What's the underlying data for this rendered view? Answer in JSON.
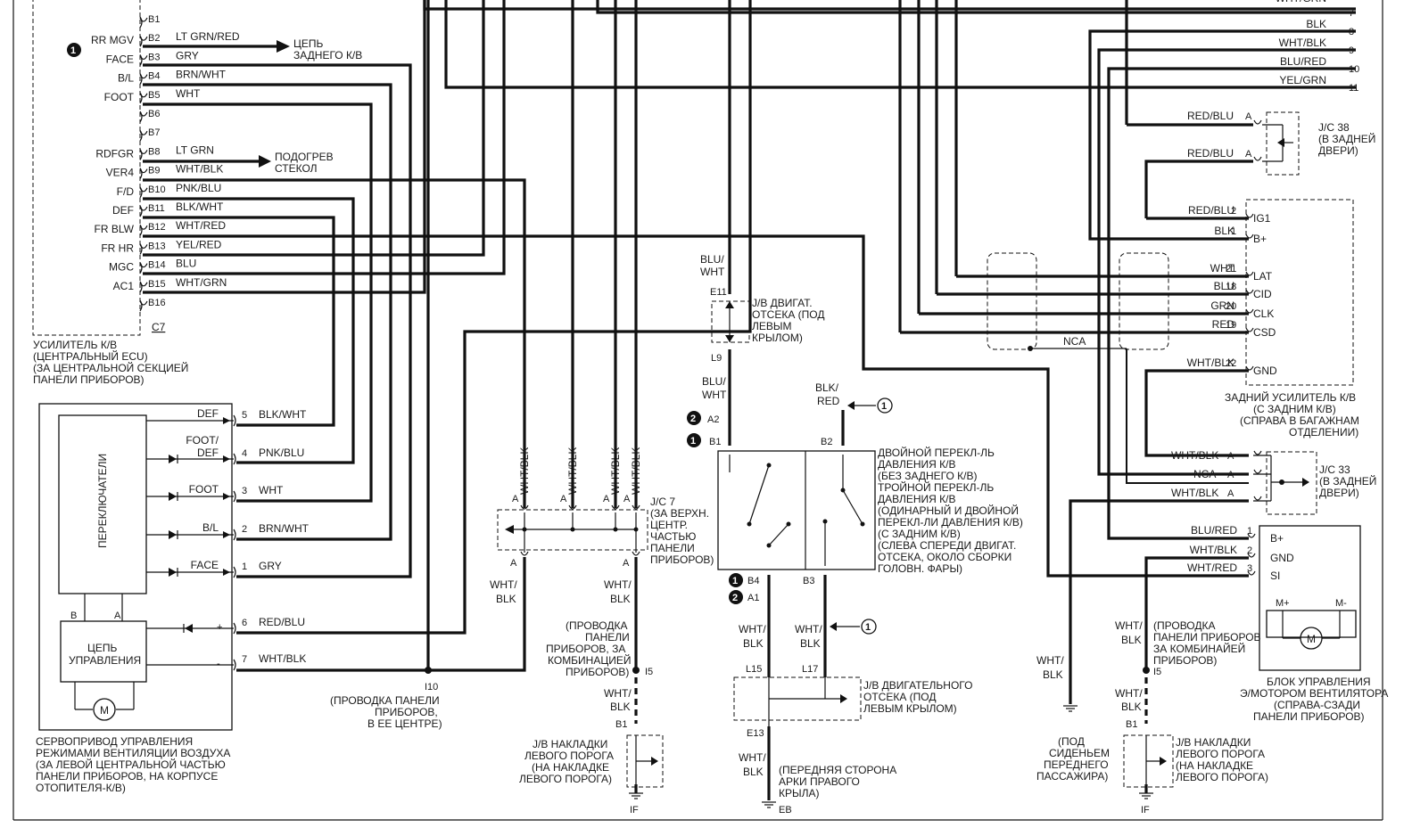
{
  "ecu": {
    "pins": [
      "B1",
      "B2",
      "B3",
      "B4",
      "B5",
      "B6",
      "B7",
      "B8",
      "B9",
      "B10",
      "B11",
      "B12",
      "B13",
      "B14",
      "B15",
      "B16"
    ],
    "conn": "C7",
    "labels": {
      "B2": "RR MGV",
      "B3": "FACE",
      "B4": "B/L",
      "B5": "FOOT",
      "B8": "RDFGR",
      "B9": "VER4",
      "B10": "F/D",
      "B11": "DEF",
      "B12": "FR BLW",
      "B13": "FR HR",
      "B14": "MGC",
      "B15": "AC1"
    },
    "wires": {
      "B2": "LT GRN/RED",
      "B3": "GRY",
      "B4": "BRN/WHT",
      "B5": "WHT",
      "B8": "LT GRN",
      "B9": "WHT/BLK",
      "B10": "PNK/BLU",
      "B11": "BLK/WHT",
      "B12": "WHT/RED",
      "B13": "YEL/RED",
      "B14": "BLU",
      "B15": "WHT/GRN"
    },
    "rear_circuit": [
      "ЦЕПЬ",
      "ЗАДНЕГО К/В"
    ],
    "defogger": [
      "ПОДОГРЕВ",
      "СТЕКОЛ"
    ],
    "caption": [
      "УСИЛИТЕЛЬ К/В",
      "(ЦЕНТРАЛЬНЫЙ ECU)",
      "(ЗА ЦЕНТРАЛЬНОЙ СЕКЦИЕЙ",
      "ПАНЕЛИ ПРИБОРОВ)"
    ]
  },
  "servo": {
    "switches_label": "ПЕРЕКЛЮЧАТЕЛИ",
    "control_label": [
      "ЦЕПЬ",
      "УПРАВЛЕНИЯ"
    ],
    "b": "B",
    "a": "A",
    "plus": "+",
    "minus": "-",
    "motor": "M",
    "pins": [
      {
        "label": "DEF",
        "num": "5",
        "wire": "BLK/WHT"
      },
      {
        "label": "FOOT/ DEF",
        "num": "4",
        "wire": "PNK/BLU"
      },
      {
        "label": "FOOT",
        "num": "3",
        "wire": "WHT"
      },
      {
        "label": "B/L",
        "num": "2",
        "wire": "BRN/WHT"
      },
      {
        "label": "FACE",
        "num": "1",
        "wire": "GRY"
      },
      {
        "label": "",
        "num": "6",
        "wire": "RED/BLU"
      },
      {
        "label": "",
        "num": "7",
        "wire": "WHT/BLK"
      }
    ],
    "caption": [
      "СЕРВОПРИВОД УПРАВЛЕНИЯ",
      "РЕЖИМАМИ ВЕНТИЛЯЦИИ ВОЗДУХА",
      "(ЗА ЛЕВОЙ ЦЕНТРАЛЬНОЙ ЧАСТЬЮ",
      "ПАНЕЛИ ПРИБОРОВ, НА КОРПУСЕ",
      "ОТОПИТЕЛЯ-К/В)"
    ]
  },
  "i10": {
    "id": "I10",
    "caption": [
      "(ПРОВОДКА ПАНЕЛИ",
      "ПРИБОРОВ,",
      "В ЕЕ ЦЕНТРЕ)"
    ]
  },
  "jc7": {
    "wire": "WHT/BLK",
    "pin": "A",
    "label": [
      "J/C 7",
      "(ЗА ВЕРХН.",
      "ЦЕНТР.",
      "ЧАСТЬЮ",
      "ПАНЕЛИ",
      "ПРИБОРОВ)"
    ],
    "out_wire": [
      "WHT/",
      "BLK"
    ],
    "i5": "I5",
    "wht_blk": [
      "WHT/",
      "BLK"
    ],
    "harness": [
      "(ПРОВОДКА",
      "ПАНЕЛИ",
      "ПРИБОРОВ, ЗА",
      "КОМБИНАЦИЕЙ",
      "ПРИБОРОВ)"
    ],
    "b1": "B1",
    "sill": [
      "J/B НАКЛАДКИ",
      "ЛЕВОГО ПОРОГА",
      "(НА НАКЛАДКЕ",
      "ЛЕВОГО ПОРОГА)"
    ],
    "ground": "IF"
  },
  "center": {
    "blu_wht_top": [
      "BLU/",
      "WHT"
    ],
    "e11": "E11",
    "l9": "L9",
    "jb_engine": [
      "J/B ДВИГАТ.",
      "ОТСЕКА (ПОД",
      "ЛЕВЫМ",
      "КРЫЛОМ)"
    ],
    "blu_wht_mid": [
      "BLU/",
      "WHT"
    ],
    "a2": "A2",
    "b1": "B1",
    "b2": "B2",
    "blk_red": [
      "BLK/",
      "RED"
    ],
    "switch_desc": [
      "ДВОЙНОЙ ПЕРЕКЛ-ЛЬ",
      "ДАВЛЕНИЯ К/В",
      "(БЕЗ ЗАДНЕГО К/В)",
      "ТРОЙНОЙ ПЕРЕКЛ-ЛЬ",
      "ДАВЛЕНИЯ К/В",
      "(ОДИНАРНЫЙ И ДВОЙНОЙ",
      "ПЕРЕКЛ-ЛИ ДАВЛЕНИЯ К/В)",
      "(С ЗАДНИМ К/В)",
      "(СЛЕВА СПЕРЕДИ ДВИГАТ.",
      "ОТСЕКА, ОКОЛО СБОРКИ",
      "ГОЛОВН. ФАРЫ)"
    ],
    "b4": "B4",
    "a1": "A1",
    "b3": "B3",
    "wht_blk_l": [
      "WHT/",
      "BLK"
    ],
    "wht_blk_r": [
      "WHT/",
      "BLK"
    ],
    "l15": "L15",
    "l17": "L17",
    "e13": "E13",
    "jb_engine2": [
      "J/B ДВИГАТЕЛЬНОГО",
      "ОТСЕКА (ПОД",
      "ЛЕВЫМ КРЫЛОМ)"
    ],
    "wht_blk_bottom": [
      "WHT/",
      "BLK"
    ],
    "front_arch": [
      "(ПЕРЕДНЯЯ СТОРОНА",
      "АРКИ ПРАВОГО",
      "КРЫЛА)"
    ],
    "ground": "EB"
  },
  "right": {
    "top_wires": [
      {
        "wire": "WHT/GRN",
        "num": ""
      },
      {
        "wire": "",
        "num": "7"
      },
      {
        "wire": "BLK",
        "num": "8"
      },
      {
        "wire": "WHT/BLK",
        "num": "9"
      },
      {
        "wire": "BLU/RED",
        "num": "10"
      },
      {
        "wire": "YEL/GRN",
        "num": "11"
      }
    ],
    "jc38": {
      "w1": "RED/BLU",
      "w2": "RED/BLU",
      "pin": "A",
      "label": [
        "J/C 38",
        "(В ЗАДНЕЙ",
        "ДВЕРИ)"
      ]
    },
    "rear_amp_pins": [
      {
        "wire": "RED/BLU",
        "num": "2",
        "label": "IG1"
      },
      {
        "wire": "BLK",
        "num": "1",
        "label": "B+"
      },
      {
        "wire": "WHT",
        "num": "21",
        "label": "LAT"
      },
      {
        "wire": "BLU",
        "num": "18",
        "label": "CID"
      },
      {
        "wire": "GRN",
        "num": "20",
        "label": "CLK"
      },
      {
        "wire": "RED",
        "num": "19",
        "label": "CSD"
      },
      {
        "wire": "WHT/BLK",
        "num": "22",
        "label": "GND"
      }
    ],
    "nca": "NCA",
    "rear_amp_caption": [
      "ЗАДНИЙ УСИЛИТЕЛЬ К/В",
      "(С ЗАДНИМ К/В)",
      "(СПРАВА В БАГАЖНАМ",
      "ОТДЕЛЕНИИ)"
    ],
    "jc33": {
      "w1": "WHT/BLK",
      "w2": "NCA",
      "w3": "WHT/BLK",
      "pin": "A",
      "label": [
        "J/C 33",
        "(В ЗАДНЕЙ",
        "ДВЕРИ)"
      ]
    },
    "fan": {
      "pins": [
        {
          "wire": "BLU/RED",
          "num": "1",
          "label": "B+"
        },
        {
          "wire": "WHT/BLK",
          "num": "2",
          "label": "GND"
        },
        {
          "wire": "WHT/RED",
          "num": "3",
          "label": "SI"
        }
      ],
      "mplus": "M+",
      "mminus": "M-",
      "motor": "M",
      "caption": [
        "БЛОК УПРАВЛЕНИЯ",
        "Э/МОТОРОМ ВЕНТИЛЯТОРА",
        "(СПРАВА-СЗАДИ",
        "ПАНЕЛИ ПРИБОРОВ)"
      ]
    },
    "wht_blk_gnd": [
      "WHT/",
      "BLK"
    ],
    "seat": [
      "(ПОД",
      "СИДЕНЬЕМ",
      "ПЕРЕДНЕГО",
      "ПАССАЖИРА)"
    ],
    "wht_blk_fan": [
      "WHT/",
      "BLK"
    ],
    "harness": [
      "(ПРОВОДКА",
      "ПАНЕЛИ ПРИБОРОВ",
      "ЗА КОМБИНАЙЕЙ",
      "ПРИБОРОВ)"
    ],
    "i5": "I5",
    "wht_blk_low": [
      "WHT/",
      "BLK"
    ],
    "b1": "B1",
    "sill": [
      "J/B НАКЛАДКИ",
      "ЛЕВОГО ПОРОГА",
      "(НА НАКЛАДКЕ",
      "ЛЕВОГО ПОРОГА)"
    ],
    "ground": "IF"
  },
  "callouts": {
    "one": "1",
    "two": "2"
  }
}
